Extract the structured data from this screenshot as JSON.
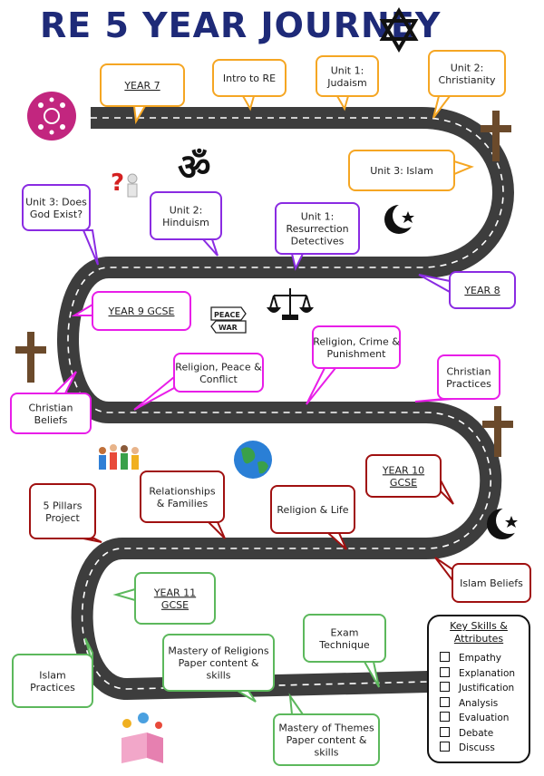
{
  "title": "RE 5 YEAR JOURNEY",
  "boxes": {
    "year7": "YEAR 7",
    "intro": "Intro to RE",
    "judaism": [
      "Unit 1:",
      "Judaism"
    ],
    "christianity": [
      "Unit 2:",
      "Christianity"
    ],
    "islam3": "Unit 3: Islam",
    "godexist": [
      "Unit 3: Does",
      "God Exist?"
    ],
    "hinduism": [
      "Unit 2:",
      "Hinduism"
    ],
    "resurrection": [
      "Unit 1:",
      "Resurrection",
      "Detectives"
    ],
    "year8": "YEAR 8",
    "year9": "YEAR 9 GCSE",
    "crime": [
      "Religion, Crime &",
      "Punishment"
    ],
    "peace": [
      "Religion, Peace &",
      "Conflict"
    ],
    "christianpractices": [
      "Christian",
      "Practices"
    ],
    "christianbeliefs": [
      "Christian",
      "Beliefs"
    ],
    "year10": [
      "YEAR 10",
      "GCSE"
    ],
    "pillars": [
      "5 Pillars",
      "Project"
    ],
    "relationships": [
      "Relationships",
      "& Families"
    ],
    "life": "Religion & Life",
    "islambeliefs": "Islam Beliefs",
    "year11": [
      "YEAR 11",
      "GCSE"
    ],
    "exam": [
      "Exam",
      "Technique"
    ],
    "masteryreligions": [
      "Mastery of Religions",
      "Paper content &",
      "skills"
    ],
    "islampractices": [
      "Islam",
      "Practices"
    ],
    "masterythemes": [
      "Mastery of Themes",
      "Paper content &",
      "skills"
    ]
  },
  "peace_sign": {
    "top": "PEACE",
    "bottom": "WAR"
  },
  "key_skills": {
    "title": [
      "Key Skills &",
      "Attributes"
    ],
    "items": [
      "Empathy",
      "Explanation",
      "Justification",
      "Analysis",
      "Evaluation",
      "Debate",
      "Discuss"
    ]
  },
  "colors": {
    "orange": "#f5a623",
    "purple": "#8a2be2",
    "magenta": "#e81ee8",
    "darkred": "#a01010",
    "green": "#5cb85c",
    "road": "#3d3d3d",
    "title": "#1e2a78"
  },
  "icons": [
    "star-of-david-icon",
    "religions-logo-icon",
    "om-icon",
    "question-figure-icon",
    "cross-icon",
    "crescent-star-icon",
    "scales-icon",
    "peace-war-sign-icon",
    "family-icon",
    "globe-icon",
    "creative-box-icon"
  ]
}
